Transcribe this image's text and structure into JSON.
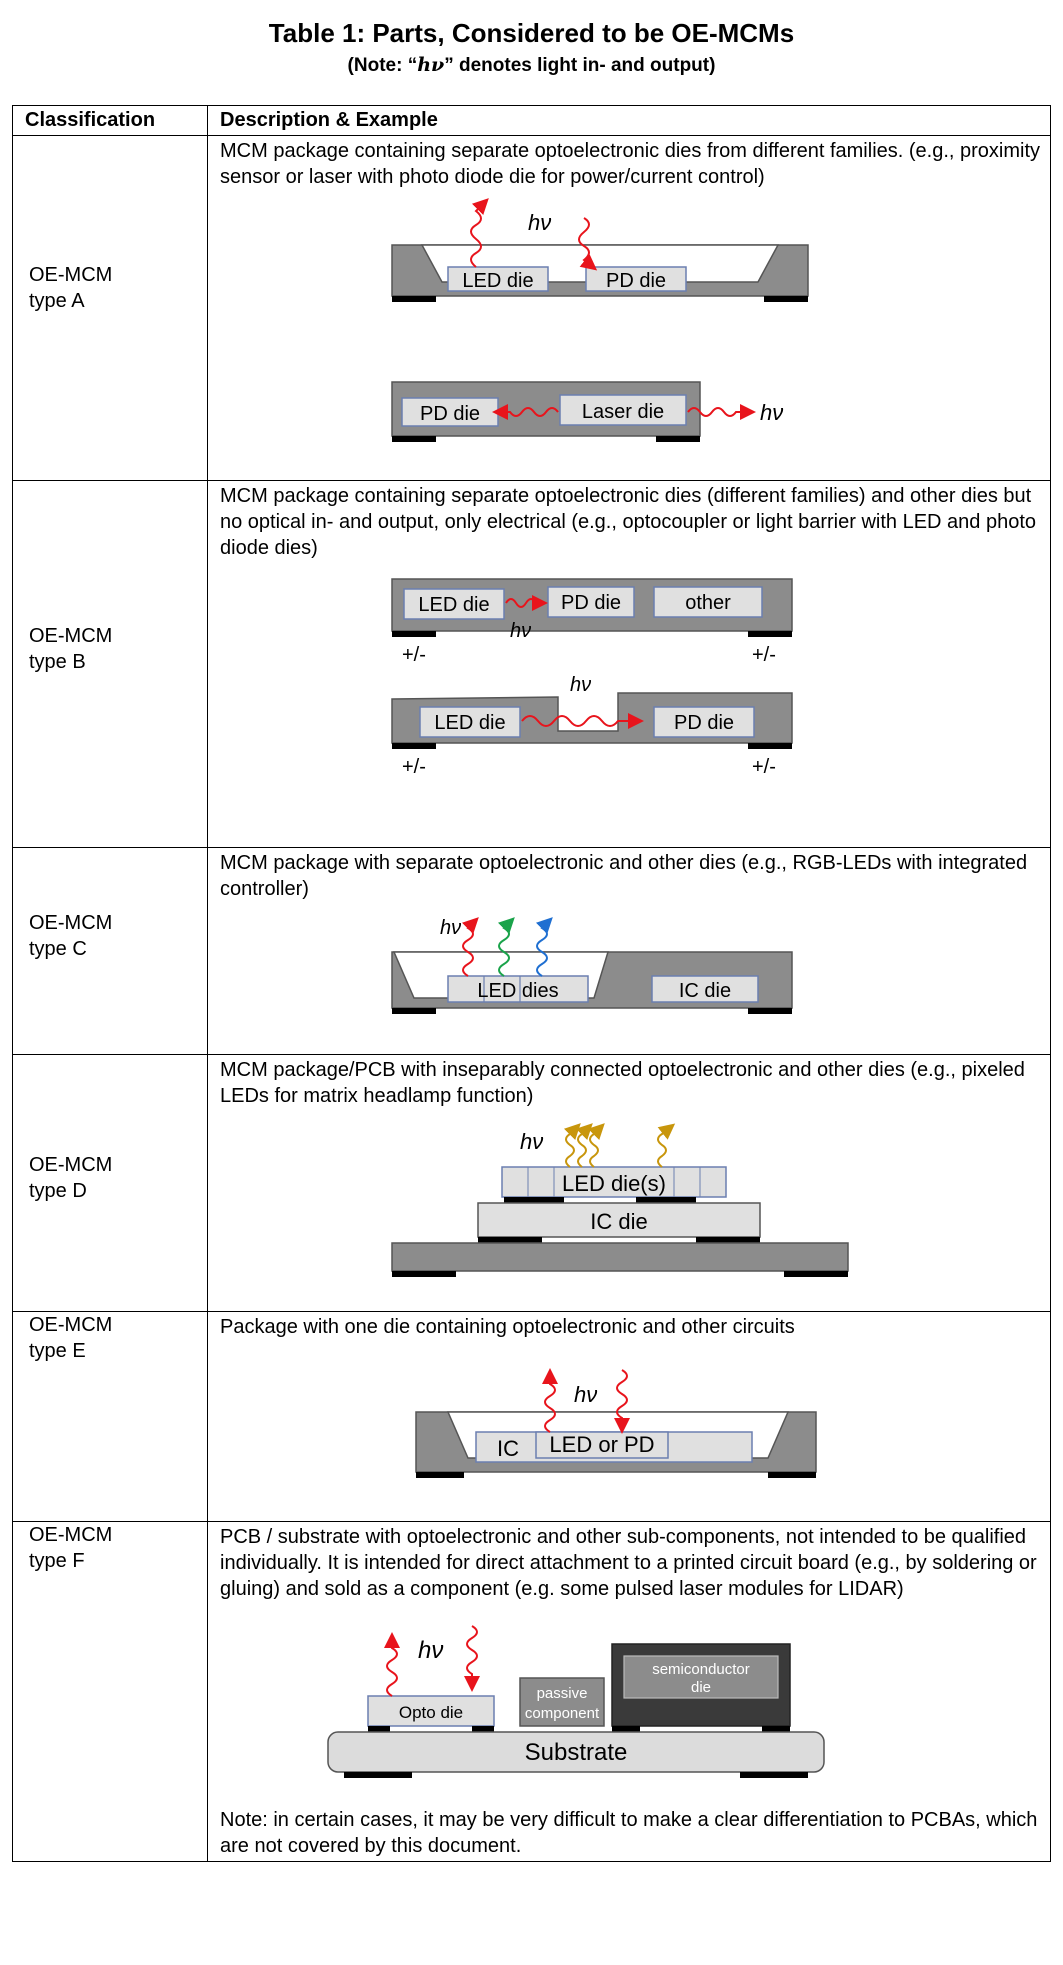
{
  "title": "Table 1: Parts, Considered to be OE-MCMs",
  "subtitle_prefix": "(Note: “",
  "subtitle_hv": "hν",
  "subtitle_suffix": "” denotes light in- and output)",
  "headers": {
    "classification": "Classification",
    "description": "Description & Example"
  },
  "rows": [
    {
      "class_line1": "OE-MCM",
      "class_line2": "type A",
      "description": "MCM package containing separate optoelectronic dies from different families. (e.g., proximity sensor or laser with photo diode die for power/current control)",
      "fig_labels": [
        "hν",
        "LED die",
        "PD die",
        "PD die",
        "Laser die",
        "hν"
      ]
    },
    {
      "class_line1": "OE-MCM",
      "class_line2": "type B",
      "description": "MCM package containing separate optoelectronic dies (different families) and other dies but no optical in- and output, only electrical (e.g., optocoupler or light barrier with LED and photo diode dies)",
      "fig_labels": [
        "LED die",
        "PD die",
        "other",
        "hν",
        "+/-",
        "+/-",
        "hν",
        "LED die",
        "PD die",
        "+/-",
        "+/-"
      ]
    },
    {
      "class_line1": "OE-MCM",
      "class_line2": "type C",
      "description": "MCM package with separate optoelectronic and other dies (e.g., RGB-LEDs with integrated controller)",
      "fig_labels": [
        "hν",
        "LED dies",
        "IC die"
      ]
    },
    {
      "class_line1": "OE-MCM",
      "class_line2": "type D",
      "description": "MCM package/PCB with inseparably connected optoelectronic and other dies (e.g., pixeled LEDs for matrix headlamp function)",
      "fig_labels": [
        "hν",
        "LED die(s)",
        "IC die"
      ]
    },
    {
      "class_line1": "OE-MCM",
      "class_line2": "type E",
      "description": "Package with one die containing optoelectronic and other circuits",
      "fig_labels": [
        "hν",
        "IC",
        "LED or PD"
      ]
    },
    {
      "class_line1": "OE-MCM",
      "class_line2": "type F",
      "description": "PCB / substrate with optoelectronic and other sub-components, not intended to be qualified individually. It is intended for direct attachment to a printed circuit board (e.g., by soldering or gluing) and sold as a component (e.g. some pulsed laser modules for LIDAR)",
      "fig_labels": [
        "hν",
        "Opto die",
        "passive",
        "component",
        "semiconductor",
        "die",
        "Substrate"
      ],
      "note": "Note: in certain cases, it may be very difficult to make a clear differentiation to PCBAs, which are not covered by this document."
    }
  ],
  "colors": {
    "package_gray": "#8c8c8c",
    "die_fill": "#e0e0e0",
    "arrow_red": "#e8141c",
    "arrow_green": "#1aa34a",
    "arrow_blue": "#1f6fd1",
    "arrow_gold": "#c8960c"
  }
}
